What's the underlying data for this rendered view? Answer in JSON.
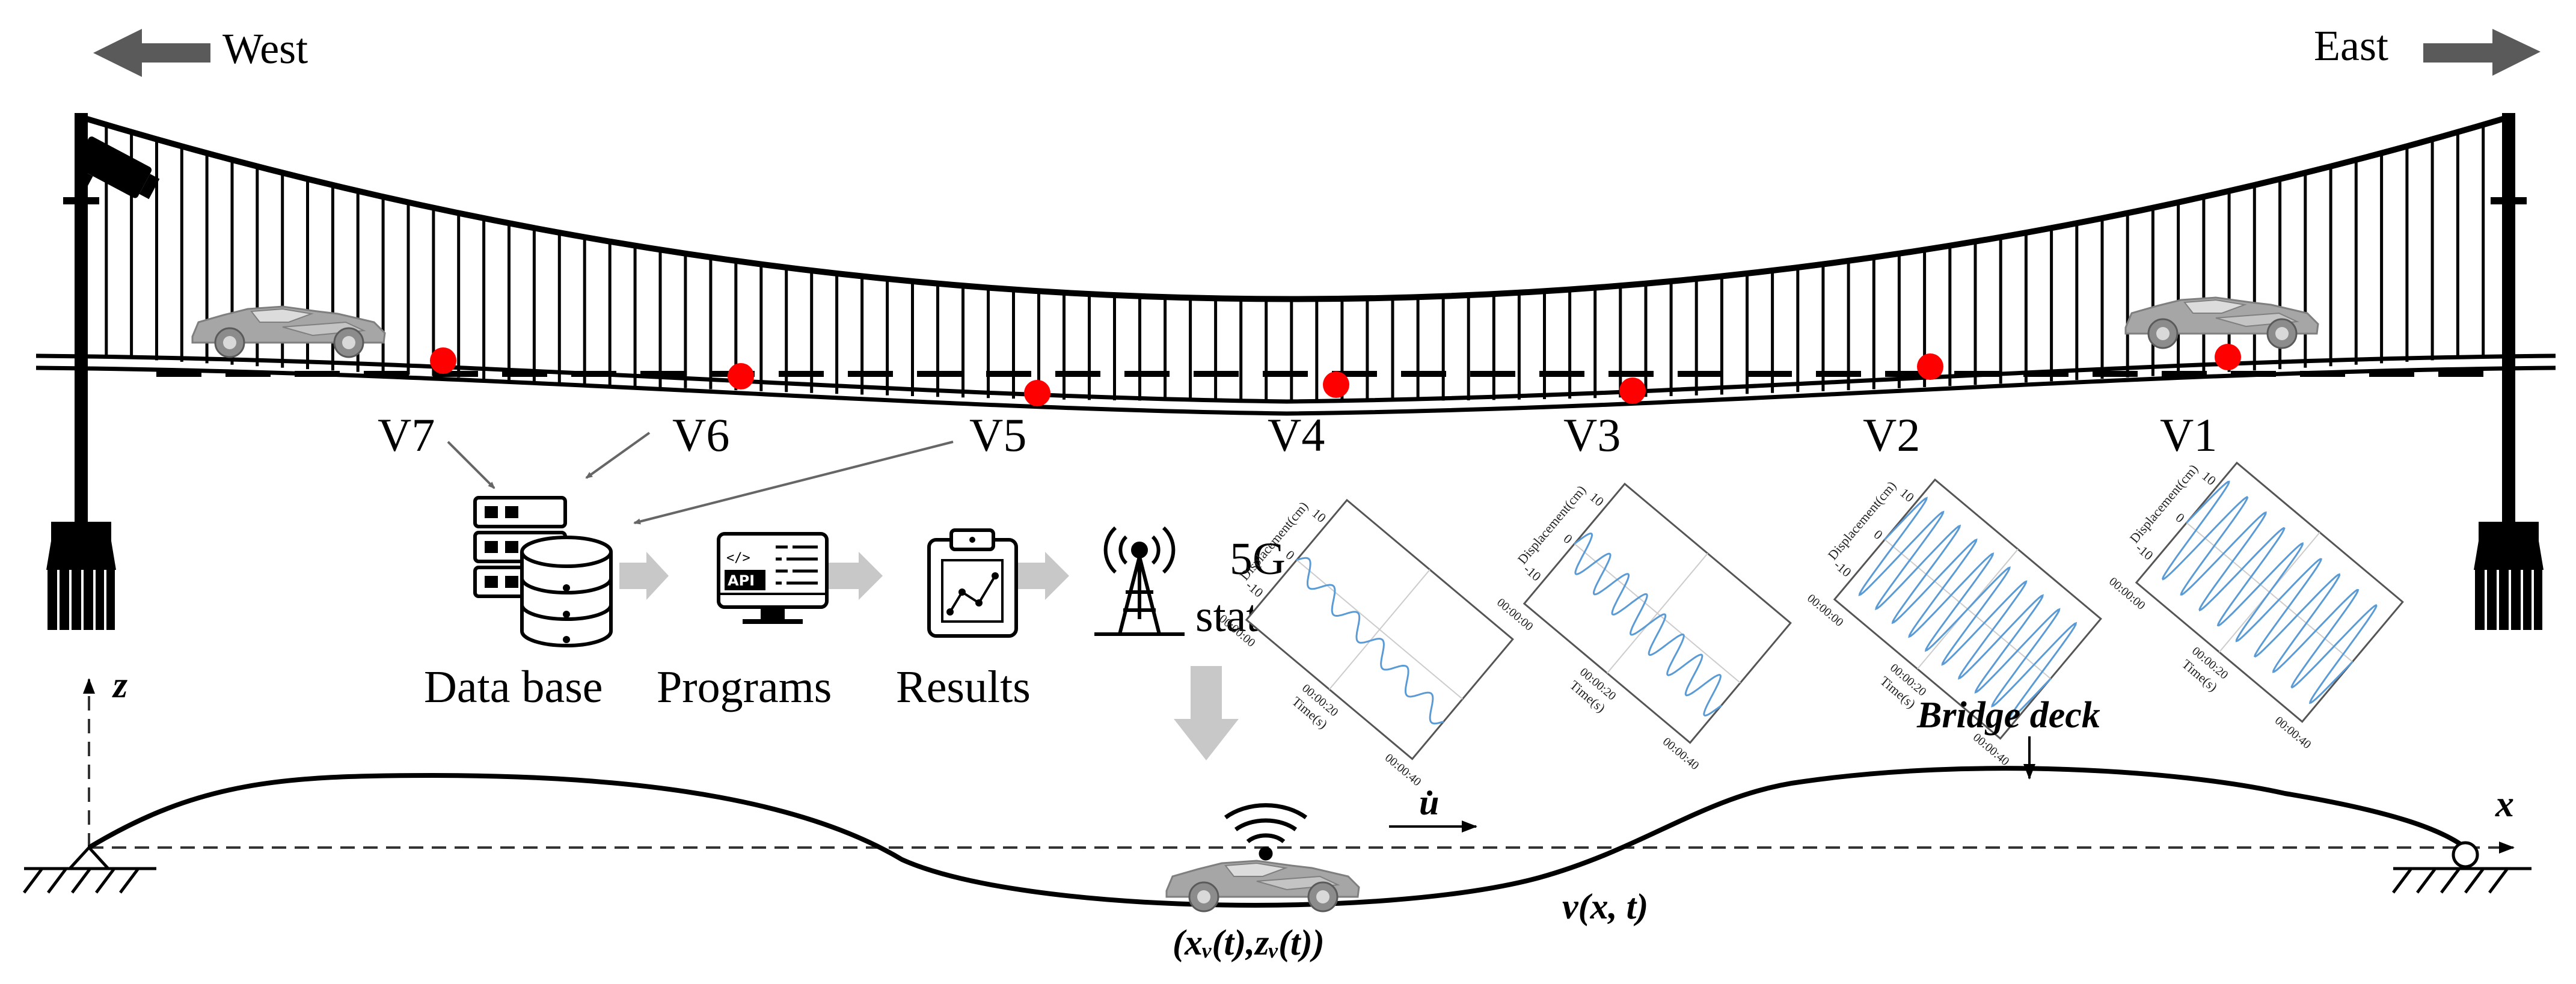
{
  "directions": {
    "west": "West",
    "east": "East"
  },
  "sensors": [
    {
      "id": "V7",
      "label": "V7"
    },
    {
      "id": "V6",
      "label": "V6"
    },
    {
      "id": "V5",
      "label": "V5"
    },
    {
      "id": "V4",
      "label": "V4"
    },
    {
      "id": "V3",
      "label": "V3"
    },
    {
      "id": "V2",
      "label": "V2"
    },
    {
      "id": "V1",
      "label": "V1"
    }
  ],
  "pipeline": {
    "database": "Data base",
    "programs": "Programs",
    "api_text": "API",
    "results": "Results",
    "station_line1": "5G",
    "station_line2": "station"
  },
  "plots": [
    {
      "name": "plot-v4",
      "ylabel": "Displacement(cm)",
      "xlabel": "Time(s)",
      "yticks": [
        "10",
        "0",
        "-10"
      ],
      "xticks": [
        "00:00:00",
        "00:00:20",
        "00:00:40"
      ],
      "amplitude_cm": 2,
      "cycles": 6,
      "drift_cm": -6
    },
    {
      "name": "plot-v3",
      "ylabel": "Displacement(cm)",
      "xlabel": "Time(s)",
      "yticks": [
        "10",
        "0",
        "-10"
      ],
      "xticks": [
        "00:00:00",
        "00:00:20",
        "00:00:40"
      ],
      "amplitude_cm": 4,
      "cycles": 8,
      "drift_cm": -6
    },
    {
      "name": "plot-v2",
      "ylabel": "Displacement(cm)",
      "xlabel": "Time(s)",
      "yticks": [
        "10",
        "0",
        "-10"
      ],
      "xticks": [
        "00:00:00",
        "00:00:20",
        "00:00:40"
      ],
      "amplitude_cm": 12,
      "cycles": 10,
      "drift_cm": 0
    },
    {
      "name": "plot-v1",
      "ylabel": "Displacement(cm)",
      "xlabel": "Time(s)",
      "yticks": [
        "10",
        "0",
        "-10"
      ],
      "xticks": [
        "00:00:00",
        "00:00:20",
        "00:00:40"
      ],
      "amplitude_cm": 12,
      "cycles": 9,
      "drift_cm": 0
    }
  ],
  "model": {
    "z_axis": "z",
    "x_axis": "x",
    "deck_label": "Bridge deck",
    "velocity_symbol": "u̇",
    "deflection_label": "v(x, t)",
    "vehicle_position": "(xᵥ(t),zᵥ(t))"
  },
  "colors": {
    "sensor": "#ff0000",
    "signal": "#5b9bd5",
    "gray_arrow": "#c8c8c8",
    "direction_arrow": "#5a5a5a",
    "car": "#a6a6a6"
  }
}
